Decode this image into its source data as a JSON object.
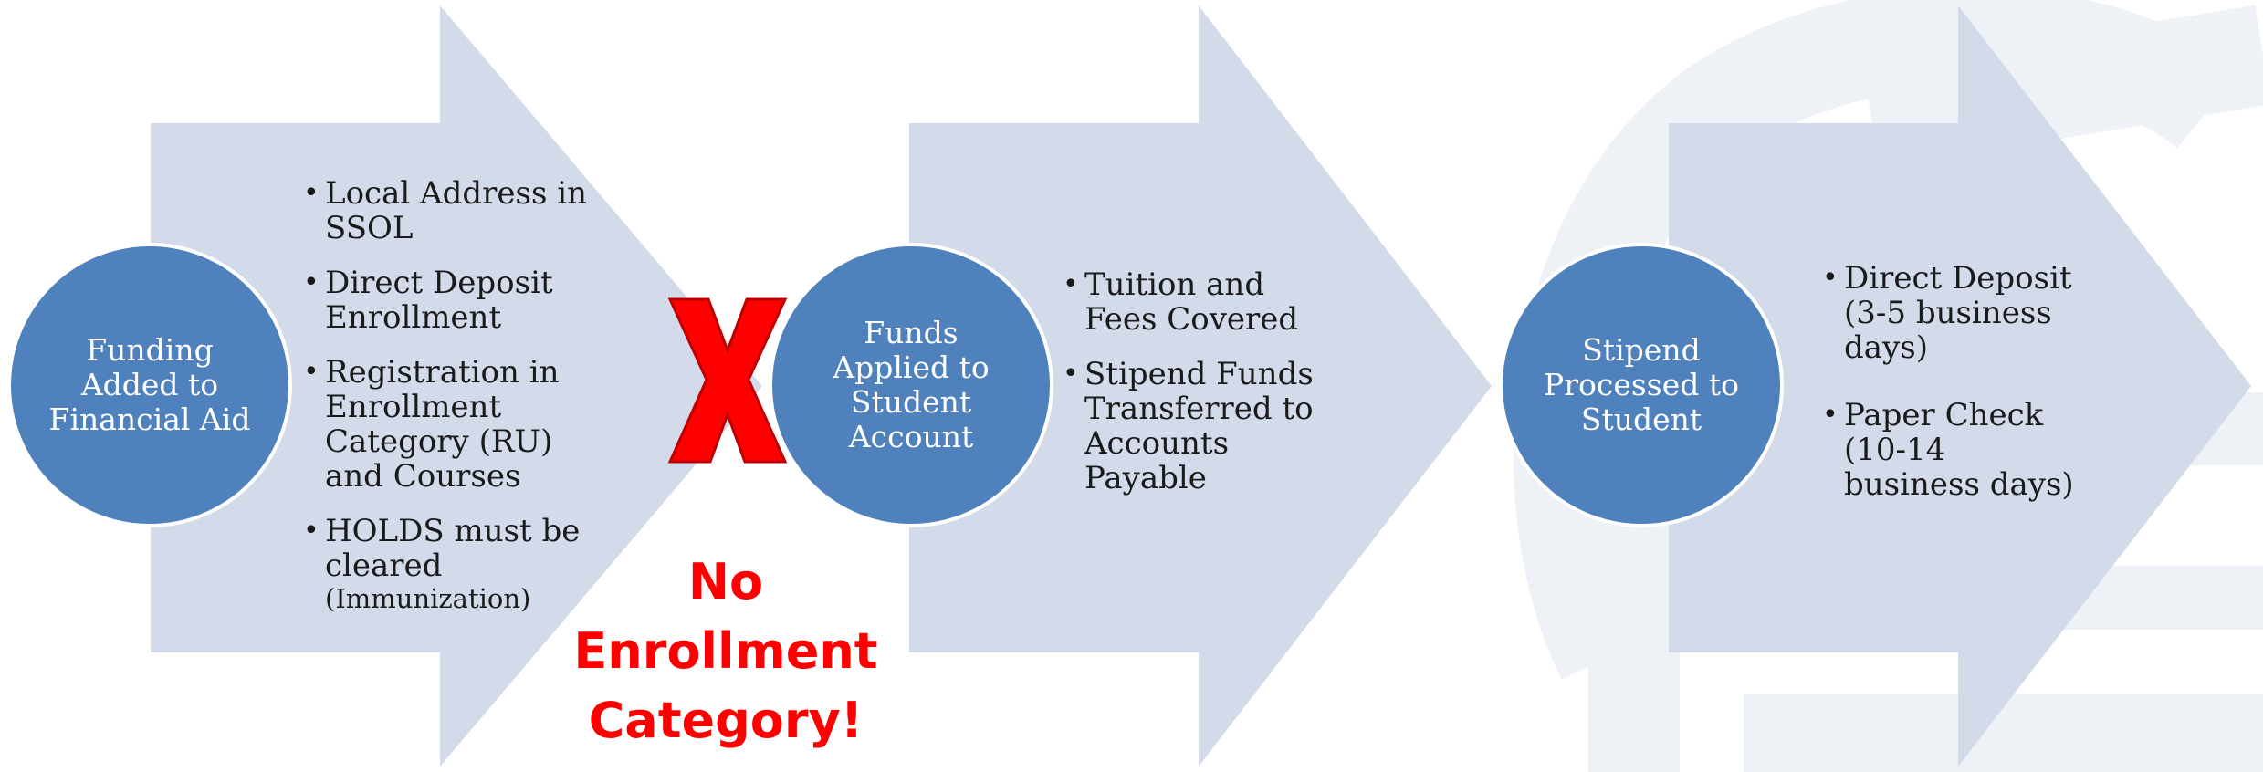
{
  "colors": {
    "arrow_fill": "#d3dbea",
    "circle_fill": "#4f81bd",
    "text_dark": "#1a1a1a",
    "alert": "#ff0000",
    "watermark": "#eef1f5"
  },
  "stages": [
    {
      "circle_lines": [
        "Funding",
        "Added to",
        "Financial Aid"
      ],
      "bullets": [
        {
          "text": "Local Address in SSOL"
        },
        {
          "text": "Direct Deposit Enrollment"
        },
        {
          "text": "Registration in Enrollment Category (RU) and Courses"
        },
        {
          "text": "HOLDS must be cleared",
          "note": "(Immunization)"
        }
      ]
    },
    {
      "circle_lines": [
        "Funds",
        "Applied to",
        "Student",
        "Account"
      ],
      "bullets": [
        {
          "text": "Tuition and Fees Covered"
        },
        {
          "text": "Stipend Funds Transferred to Accounts Payable"
        }
      ]
    },
    {
      "circle_lines": [
        "Stipend",
        "Processed to",
        "Student"
      ],
      "bullets": [
        {
          "text": "Direct Deposit (3-5 business days)"
        },
        {
          "text": "Paper Check (10-14 business days)"
        }
      ]
    }
  ],
  "blocker": {
    "mark": "X",
    "alert_lines": [
      "No",
      "Enrollment",
      "Category!"
    ]
  }
}
